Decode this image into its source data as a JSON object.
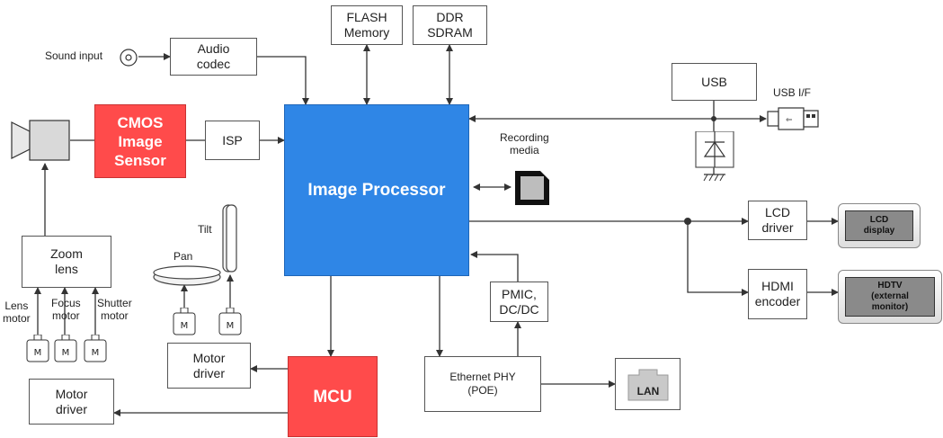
{
  "blocks": {
    "audio_codec": "Audio\ncodec",
    "flash": "FLASH\nMemory",
    "ddr": "DDR\nSDRAM",
    "usb": "USB",
    "cmos": "CMOS\nImage\nSensor",
    "isp": "ISP",
    "image_processor": "Image Processor",
    "lcd_driver": "LCD\ndriver",
    "hdmi_encoder": "HDMI\nencoder",
    "zoom_lens": "Zoom\nlens",
    "pmic": "PMIC,\nDC/DC",
    "motor_driver_pt": "Motor\ndriver",
    "motor_driver_lens": "Motor\ndriver",
    "mcu": "MCU",
    "ethernet": "Ethernet PHY\n(POE)",
    "lan": "LAN"
  },
  "labels": {
    "sound_input": "Sound input",
    "usb_if": "USB I/F",
    "recording_media": "Recording\nmedia",
    "tilt": "Tilt",
    "pan": "Pan",
    "lens_motor": "Lens\nmotor",
    "focus_motor": "Focus\nmotor",
    "shutter_motor": "Shutter\nmotor",
    "motor_m": "M"
  },
  "displays": {
    "lcd": "LCD\ndisplay",
    "hdtv": "HDTV\n(external\nmonitor)"
  },
  "colors": {
    "red_block": "#ff4b4b",
    "blue_block": "#2f86e6"
  },
  "icons": [
    "speaker-jack-icon",
    "camera-icon",
    "sd-card-icon",
    "usb-plug-icon",
    "diode-icon",
    "ground-icon",
    "motor-icon",
    "lan-port-icon"
  ]
}
